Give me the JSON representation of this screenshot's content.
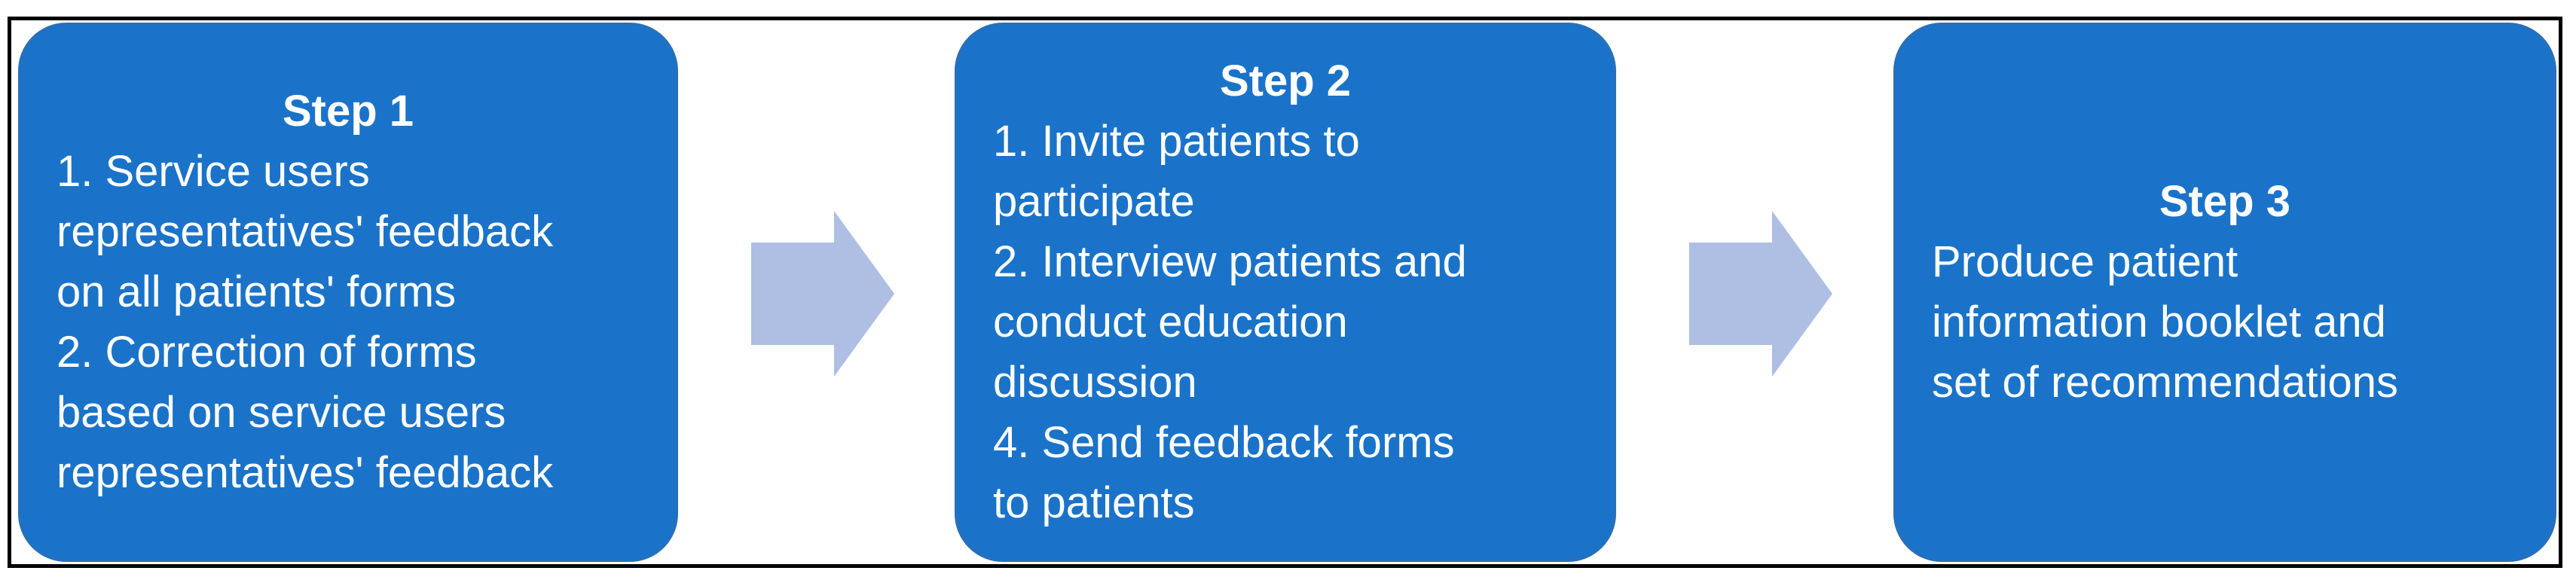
{
  "colors": {
    "box_fill": "#1a73c9",
    "box_border": "#2a6fb8",
    "arrow_fill": "#aebfe3",
    "frame_border": "#000000",
    "text": "#ffffff"
  },
  "steps": [
    {
      "title": "Step 1",
      "lines": [
        "1. Service users",
        "representatives' feedback",
        "on all patients' forms",
        "2. Correction of forms",
        "based on service users",
        "representatives' feedback"
      ]
    },
    {
      "title": "Step 2",
      "lines": [
        "1. Invite patients to",
        "participate",
        "2. Interview patients and",
        "conduct education",
        "discussion",
        "4. Send feedback forms",
        "to patients"
      ]
    },
    {
      "title": "Step 3",
      "lines": [
        "Produce patient",
        "information booklet and",
        "set of recommendations"
      ]
    }
  ],
  "arrows": [
    {
      "icon": "right-arrow-icon"
    },
    {
      "icon": "right-arrow-icon"
    }
  ]
}
